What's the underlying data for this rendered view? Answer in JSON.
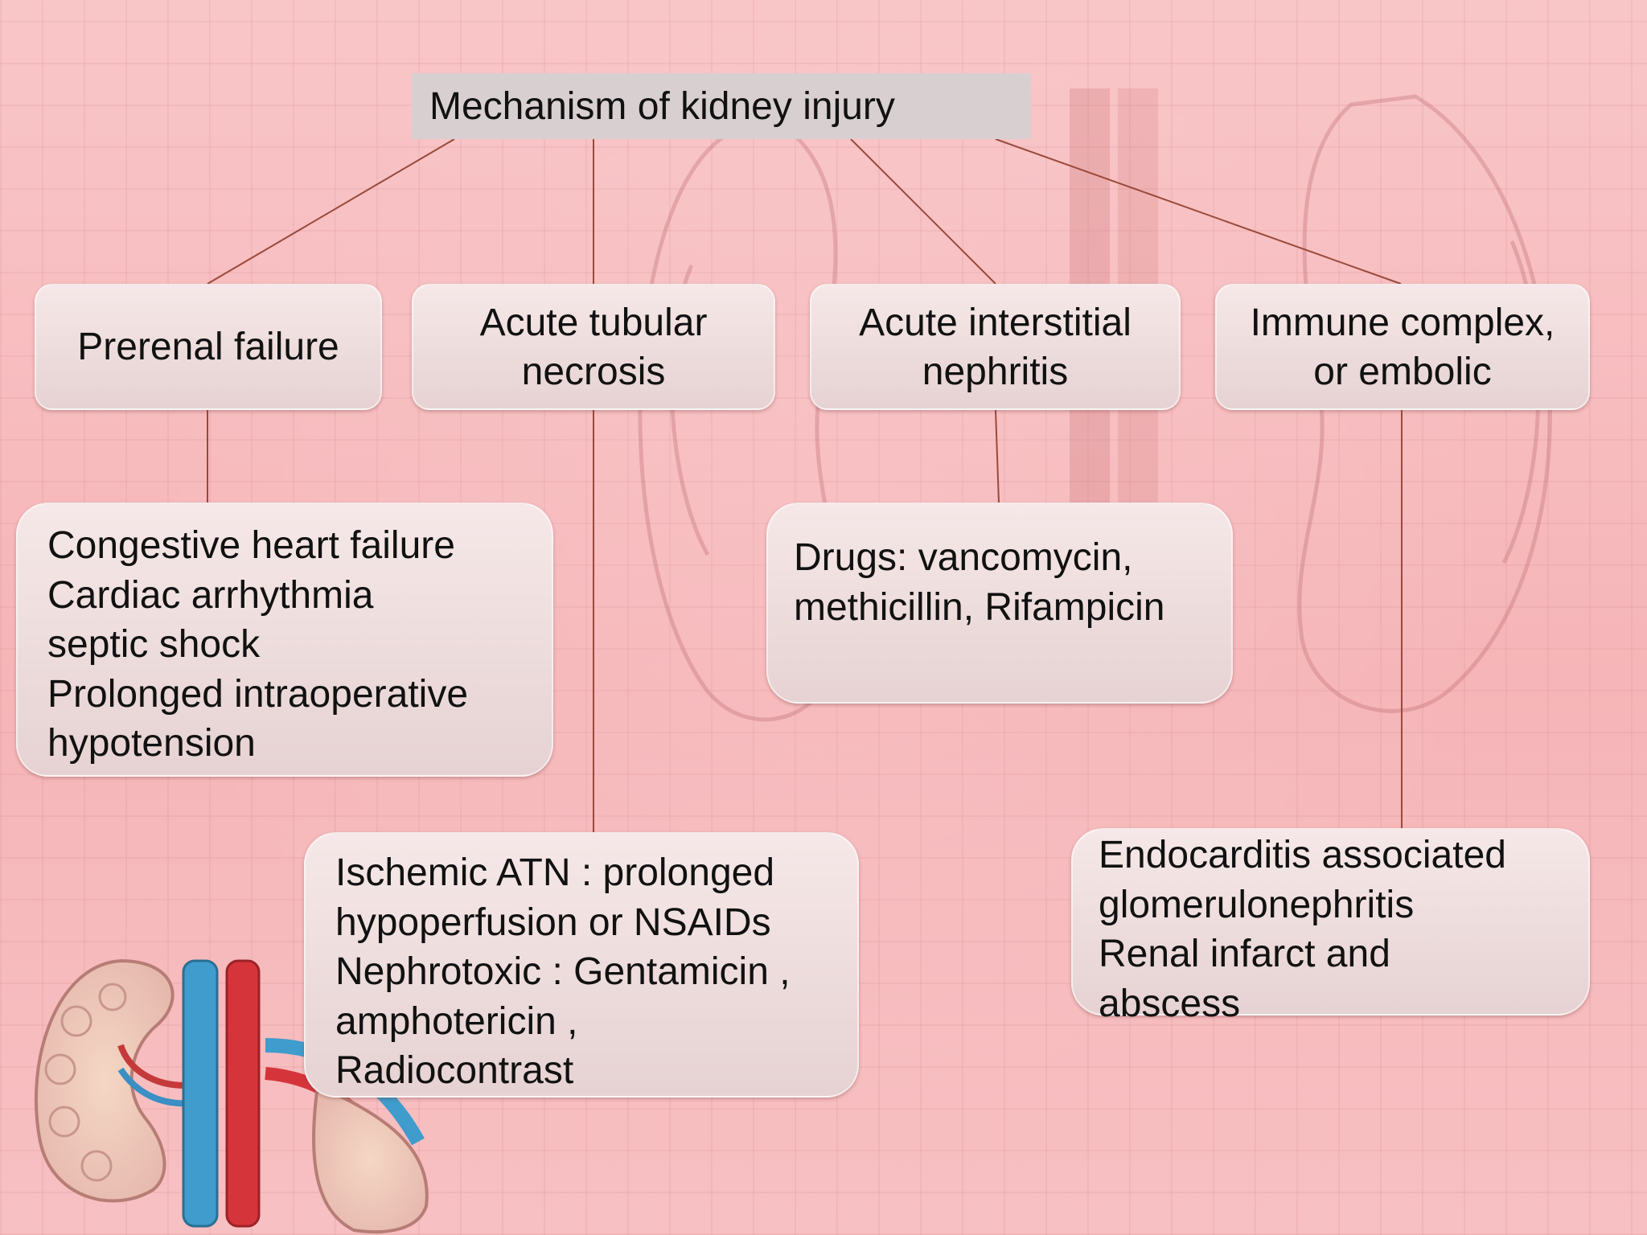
{
  "title": "Mechanism of kidney injury",
  "categories": [
    {
      "id": "prerenal",
      "label": "Prerenal failure",
      "details": [
        "Congestive heart failure",
        "Cardiac arrhythmia",
        "septic shock",
        "Prolonged intraoperative",
        "hypotension"
      ]
    },
    {
      "id": "atn",
      "label": "Acute tubular\nnecrosis",
      "details": [
        "Ischemic ATN : prolonged",
        "hypoperfusion or NSAIDs",
        "Nephrotoxic : Gentamicin ,",
        "amphotericin ,",
        "Radiocontrast"
      ]
    },
    {
      "id": "ain",
      "label": "Acute interstitial\nnephritis",
      "details": [
        "Drugs: vancomycin,",
        "methicillin, Rifampicin"
      ]
    },
    {
      "id": "immune",
      "label": "Immune complex,\nor embolic",
      "details": [
        "Endocarditis associated",
        "glomerulonephritis",
        "Renal infarct and",
        "abscess"
      ]
    }
  ],
  "colors": {
    "connector": "#9a4a3a",
    "box_fill": "#eddcdc",
    "title_fill": "#d8cfd1",
    "background": "#f7bfc1"
  },
  "decor_icon": "kidneys-illustration-icon"
}
